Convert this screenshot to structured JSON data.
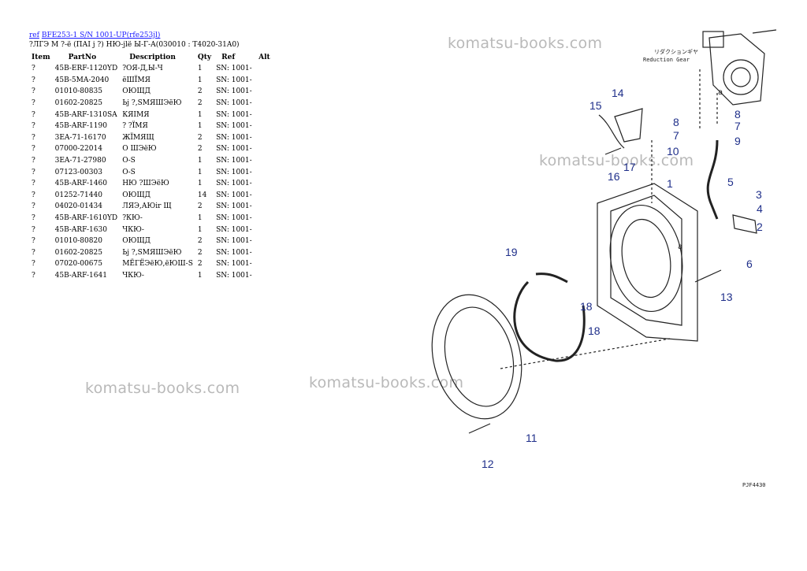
{
  "breadcrumb": {
    "ref_link": "ref",
    "model_link": "BFE253-1 S/N 1001-UP(rfe253jl)"
  },
  "subtitle": "?ЛГЭ М ?-ё (ПАІ ј ?) НЮ-јlё Ы-Г-А(030010 : T4020-31A0)",
  "table": {
    "headers": [
      "Item",
      "PartNo",
      "Description",
      "Qty",
      "Ref",
      "Alt"
    ],
    "rows": [
      {
        "item": "?",
        "part": "45B-ERF-1120YD",
        "desc": "?ОЯ-Д,Ы-Ч",
        "qty": "1",
        "ref": "SN: 1001-"
      },
      {
        "item": "?",
        "part": "45B-5MA-2040",
        "desc": "ёШЇМЯ",
        "qty": "1",
        "ref": "SN: 1001-"
      },
      {
        "item": "?",
        "part": "01010-80835",
        "desc": "ОЮЩД",
        "qty": "2",
        "ref": "SN: 1001-"
      },
      {
        "item": "?",
        "part": "01602-20825",
        "desc": "Ьј ?,SМЯШЭёЮ",
        "qty": "2",
        "ref": "SN: 1001-"
      },
      {
        "item": "?",
        "part": "45B-ARF-1310SA",
        "desc": "КЯІМЯ",
        "qty": "1",
        "ref": "SN: 1001-"
      },
      {
        "item": "?",
        "part": "45B-ARF-1190",
        "desc": "? ?ЇМЯ",
        "qty": "1",
        "ref": "SN: 1001-"
      },
      {
        "item": "?",
        "part": "3EA-71-16170",
        "desc": "ЖЇМЯЩ",
        "qty": "2",
        "ref": "SN: 1001-"
      },
      {
        "item": "?",
        "part": "07000-22014",
        "desc": "О ШЭёЮ",
        "qty": "2",
        "ref": "SN: 1001-"
      },
      {
        "item": "?",
        "part": "3EA-71-27980",
        "desc": "О-S",
        "qty": "1",
        "ref": "SN: 1001-"
      },
      {
        "item": "?",
        "part": "07123-00303",
        "desc": "О-S",
        "qty": "1",
        "ref": "SN: 1001-"
      },
      {
        "item": "?",
        "part": "45B-ARF-1460",
        "desc": "НЮ ?ШЭёЮ",
        "qty": "1",
        "ref": "SN: 1001-"
      },
      {
        "item": "?",
        "part": "01252-71440",
        "desc": "ОЮЩД",
        "qty": "14",
        "ref": "SN: 1001-"
      },
      {
        "item": "?",
        "part": "04020-01434",
        "desc": "ЛЯЭ,АЮіr Щ",
        "qty": "2",
        "ref": "SN: 1001-"
      },
      {
        "item": "?",
        "part": "45B-ARF-1610YD",
        "desc": "?КЮ-",
        "qty": "1",
        "ref": "SN: 1001-"
      },
      {
        "item": "?",
        "part": "45B-ARF-1630",
        "desc": "ЧКЮ-",
        "qty": "1",
        "ref": "SN: 1001-"
      },
      {
        "item": "?",
        "part": "01010-80820",
        "desc": "ОЮЩД",
        "qty": "2",
        "ref": "SN: 1001-"
      },
      {
        "item": "?",
        "part": "01602-20825",
        "desc": "Ьј ?,SМЯШЭёЮ",
        "qty": "2",
        "ref": "SN: 1001-"
      },
      {
        "item": "?",
        "part": "07020-00675",
        "desc": "МЁГЁЭёЮ,ёЮШ-S",
        "qty": "2",
        "ref": "SN: 1001-"
      },
      {
        "item": "?",
        "part": "45B-ARF-1641",
        "desc": "ЧКЮ-",
        "qty": "1",
        "ref": "SN: 1001-"
      }
    ]
  },
  "watermarks": [
    "komatsu-books.com",
    "komatsu-books.com",
    "komatsu-books.com",
    "komatsu-books.com"
  ],
  "diagram": {
    "jp_label": "リダクションギヤ",
    "en_label": "Reduction Gear",
    "drawing_code": "PJF4430",
    "callouts": [
      "1",
      "2",
      "3",
      "4",
      "5",
      "6",
      "7",
      "7",
      "8",
      "8",
      "9",
      "10",
      "11",
      "12",
      "13",
      "14",
      "15",
      "16",
      "17",
      "18",
      "18",
      "19"
    ],
    "marker_a": "a"
  },
  "colors": {
    "link": "#1a1aff",
    "callout": "#1f2f8a",
    "watermark": "#b9b9b9"
  }
}
